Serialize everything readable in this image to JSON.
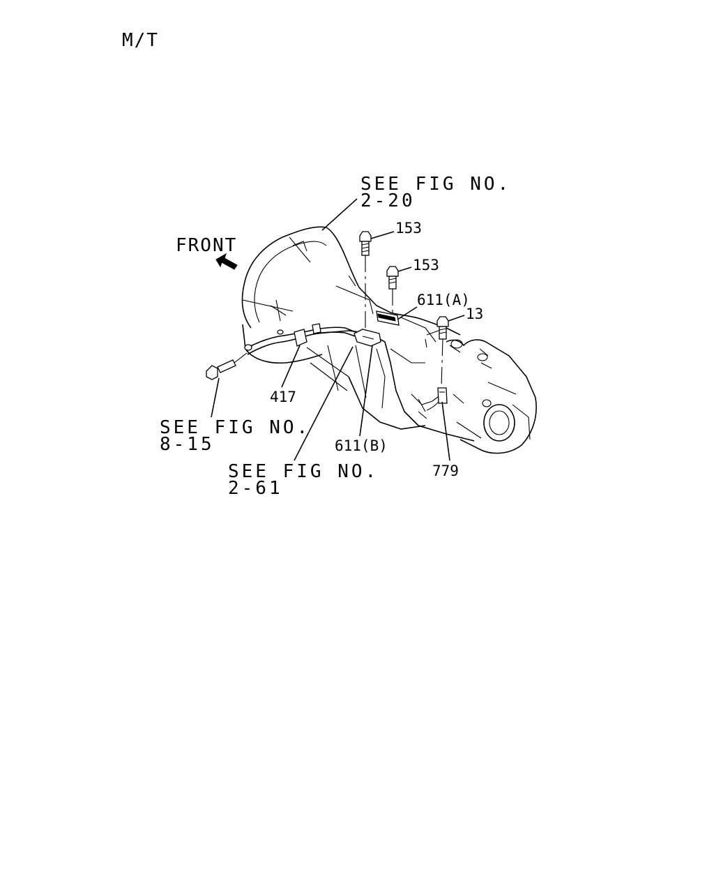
{
  "header": {
    "variant": "M/T"
  },
  "labels": {
    "front": "FRONT",
    "see_fig_label": "SEE FIG NO.",
    "ref_2_20": "2-20",
    "ref_8_15": "8-15",
    "ref_2_61": "2-61",
    "part_153_a": "153",
    "part_153_b": "153",
    "part_611_a": "611(A)",
    "part_13": "13",
    "part_417": "417",
    "part_611_b": "611(B)",
    "part_779": "779"
  },
  "icons": {
    "front_arrow": "arrow-up-left-icon"
  }
}
